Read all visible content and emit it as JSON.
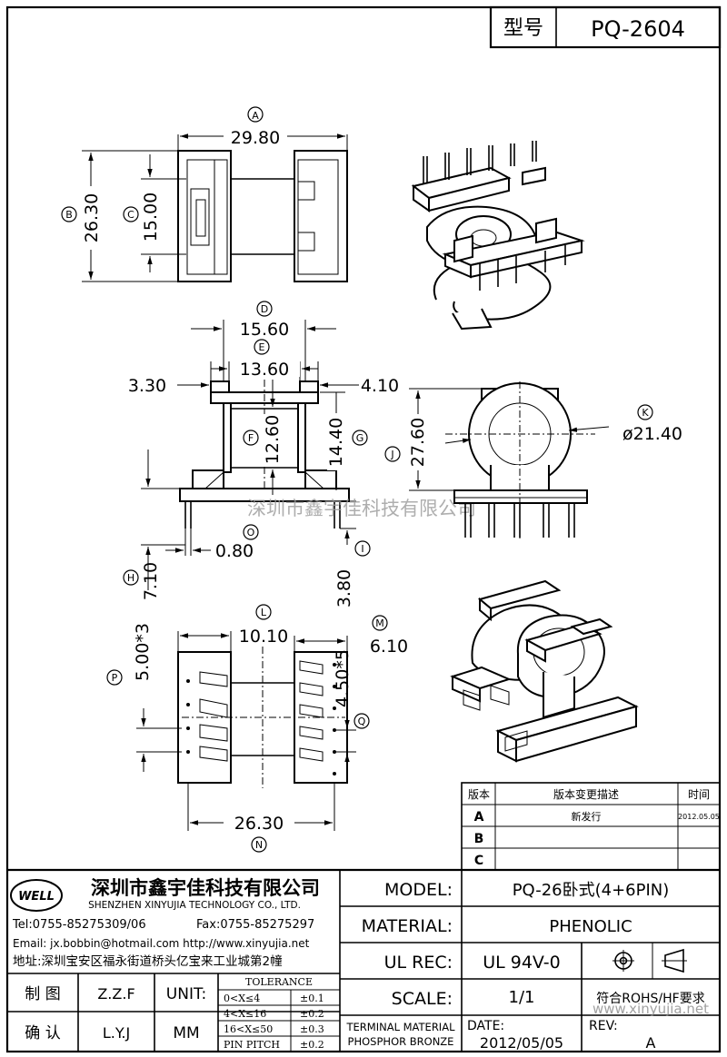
{
  "header": {
    "model_label": "型号",
    "model_value": "PQ-2604"
  },
  "dimensions": {
    "A": {
      "letter": "A",
      "value": "29.80"
    },
    "B": {
      "letter": "B",
      "value": "26.30"
    },
    "C": {
      "letter": "C",
      "value": "15.00"
    },
    "D": {
      "letter": "D",
      "value": "15.60"
    },
    "E": {
      "letter": "E",
      "value": "13.60"
    },
    "left_3_30": "3.30",
    "right_4_10": "4.10",
    "F": {
      "letter": "F",
      "value": "12.60"
    },
    "G": {
      "letter": "G",
      "value": "14.40"
    },
    "H": {
      "letter": "H",
      "value": "7.10"
    },
    "I": {
      "letter": "I",
      "value": "3.80"
    },
    "O": {
      "letter": "O",
      "value": "0.80"
    },
    "J": {
      "letter": "J",
      "value": "27.60"
    },
    "K": {
      "letter": "K",
      "value": "ø21.40"
    },
    "L": {
      "letter": "L",
      "value": "10.10"
    },
    "M": {
      "letter": "M",
      "value": "6.10"
    },
    "N": {
      "letter": "N",
      "value": "26.30"
    },
    "P": {
      "letter": "P",
      "value": "5.00*3"
    },
    "Q": {
      "letter": "Q",
      "value": "4.50*5"
    }
  },
  "watermark_center": "深圳市鑫宇佳科技有限公司",
  "watermark_url": "www.xinyujia.net",
  "revision_table": {
    "headers": [
      "版本",
      "版本变更描述",
      "时间"
    ],
    "rows": [
      {
        "ver": "A",
        "desc": "新发行",
        "date": "2012.05.05"
      },
      {
        "ver": "B",
        "desc": "",
        "date": ""
      },
      {
        "ver": "C",
        "desc": "",
        "date": ""
      }
    ]
  },
  "company": {
    "logo_text": "WELL",
    "name_cn": "深圳市鑫宇佳科技有限公司",
    "name_en": "SHENZHEN XINYUJIA TECHNOLOGY CO., LTD.",
    "tel": "Tel:0755-85275309/06",
    "fax": "Fax:0755-85275297",
    "email": "Email: jx.bobbin@hotmail.com http://www.xinyujia.net",
    "address": "地址:深圳宝安区福永街道桥头亿宝来工业城第2幢"
  },
  "title_block": {
    "model_label": "MODEL:",
    "model_value": "PQ-26卧式(4+6PIN)",
    "material_label": "MATERIAL:",
    "material_value": "PHENOLIC",
    "ulrec_label": "UL REC:",
    "ulrec_value": "UL 94V-0",
    "scale_label": "SCALE:",
    "scale_value": "1/1",
    "rohs": "符合ROHS/HF要求",
    "drawn_label": "制 图",
    "drawn_value": "Z.Z.F",
    "checked_label": "确 认",
    "checked_value": "L.Y.J",
    "unit_label": "UNIT:",
    "unit_value": "MM",
    "tolerance_title": "TOLERANCE",
    "tolerance_rows": [
      {
        "range": "0<X≤4",
        "tol": "±0.1"
      },
      {
        "range": "4<X≤16",
        "tol": "±0.2"
      },
      {
        "range": "16<X≤50",
        "tol": "±0.3"
      },
      {
        "range": "PIN PITCH",
        "tol": "±0.2"
      }
    ],
    "terminal_label": "TERMINAL MATERIAL",
    "terminal_value": "PHOSPHOR BRONZE",
    "date_label": "DATE:",
    "date_value": "2012/05/05",
    "rev_label": "REV:",
    "rev_value": "A"
  }
}
